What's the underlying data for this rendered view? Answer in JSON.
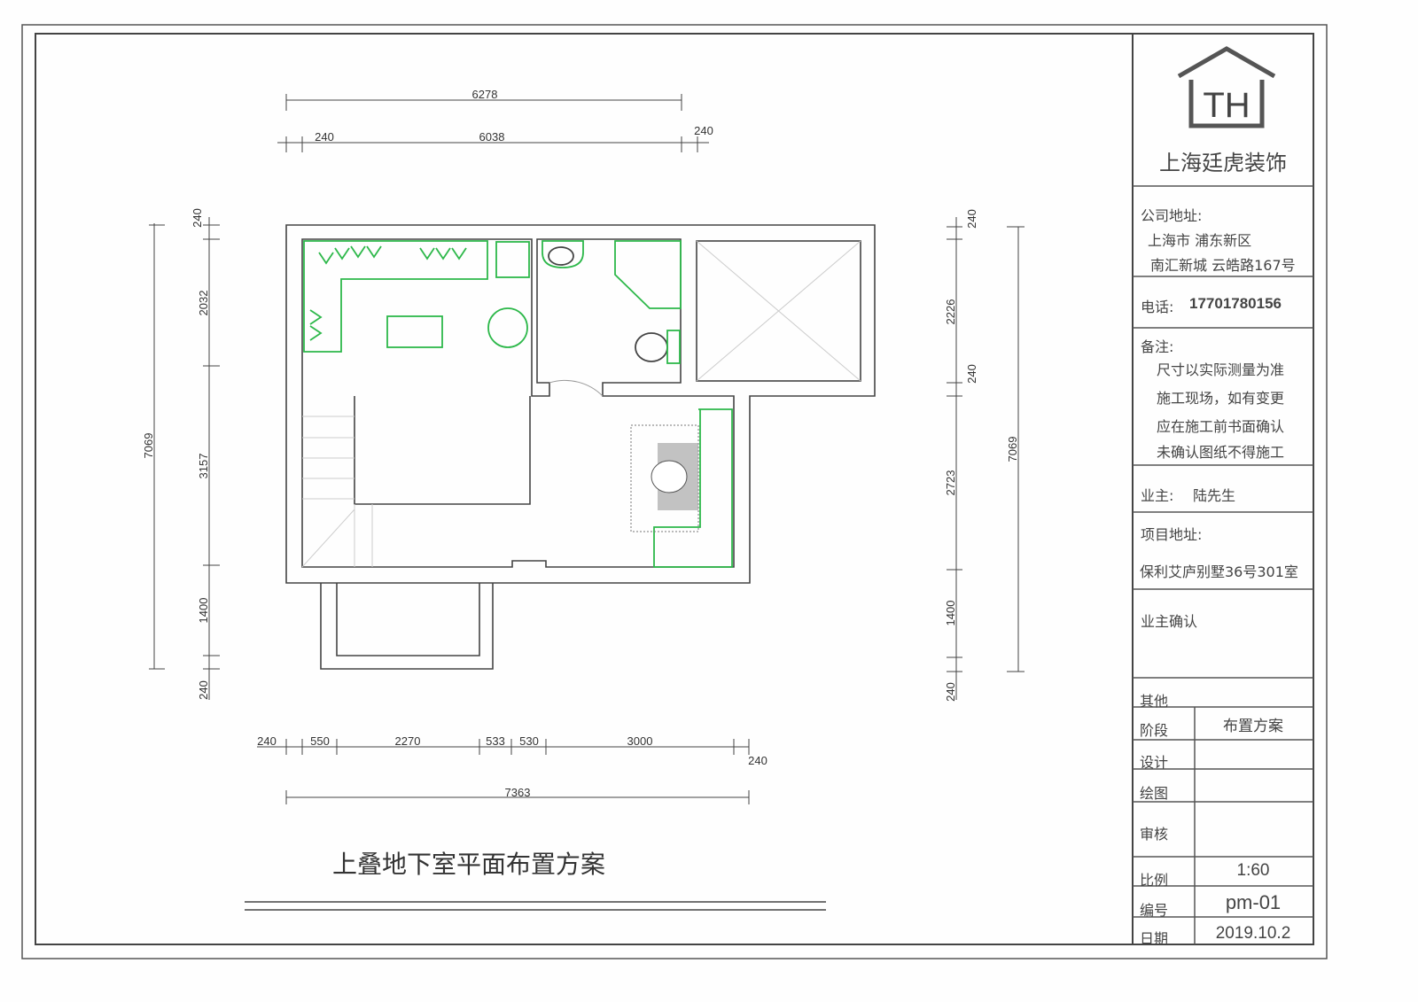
{
  "drawing_title": "上叠地下室平面布置方案",
  "dimensions": {
    "top_overall": "6278",
    "top_left": "240",
    "top_mid": "6038",
    "top_right": "240",
    "left_overall": "7069",
    "left": [
      "240",
      "2032",
      "3157",
      "1400",
      "240"
    ],
    "right_overall": "7069",
    "right": [
      "240",
      "2226",
      "240",
      "2723",
      "1400",
      "240"
    ],
    "bottom_overall": "7363",
    "bottom": [
      "240",
      "550",
      "2270",
      "533",
      "530",
      "3000",
      "240"
    ]
  },
  "title_block": {
    "logo_text": "TH",
    "company": "上海廷虎装饰",
    "address_label": "公司地址:",
    "address_line1": "上海市  浦东新区",
    "address_line2": "南汇新城  云皓路167号",
    "phone_label": "电话:",
    "phone": "17701780156",
    "notes_label": "备注:",
    "notes": [
      "尺寸以实际测量为准",
      "施工现场，如有变更",
      "应在施工前书面确认",
      "未确认图纸不得施工"
    ],
    "owner_label": "业主:",
    "owner": "陆先生",
    "project_address_label": "项目地址:",
    "project_address": "保利艾庐别墅36号301室",
    "owner_confirm_label": "业主确认",
    "other_label": "其他",
    "stage_label": "阶段",
    "stage": "布置方案",
    "design_label": "设计",
    "drawing_label": "绘图",
    "review_label": "审核",
    "scale_label": "比例",
    "scale": "1:60",
    "number_label": "编号",
    "number": "pm-01",
    "date_label": "日期",
    "date": "2019.10.2"
  }
}
